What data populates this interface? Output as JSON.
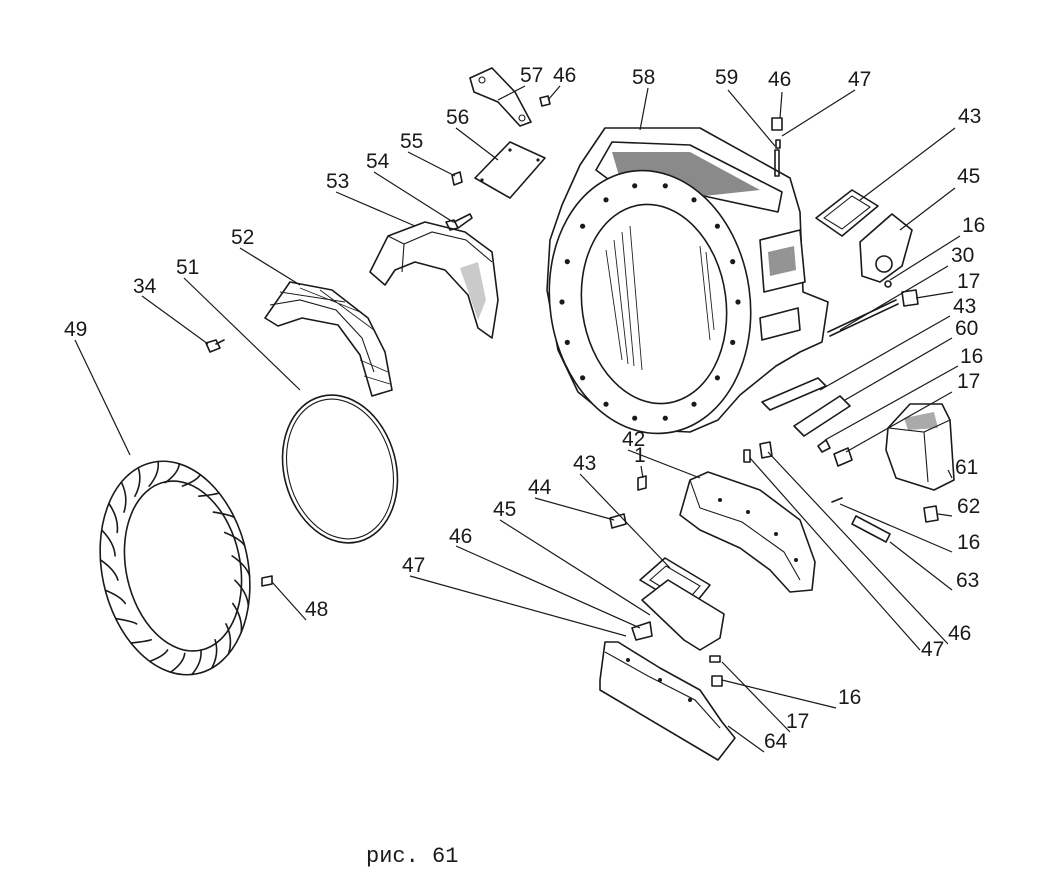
{
  "caption": "рис. 61",
  "callouts": [
    "57",
    "46",
    "58",
    "59",
    "46",
    "47",
    "43",
    "56",
    "55",
    "45",
    "54",
    "16",
    "53",
    "30",
    "17",
    "52",
    "51",
    "43",
    "34",
    "60",
    "49",
    "16",
    "17",
    "42",
    "1",
    "61",
    "43",
    "44",
    "62",
    "45",
    "16",
    "46",
    "63",
    "47",
    "48",
    "47",
    "46",
    "16",
    "17",
    "64"
  ]
}
